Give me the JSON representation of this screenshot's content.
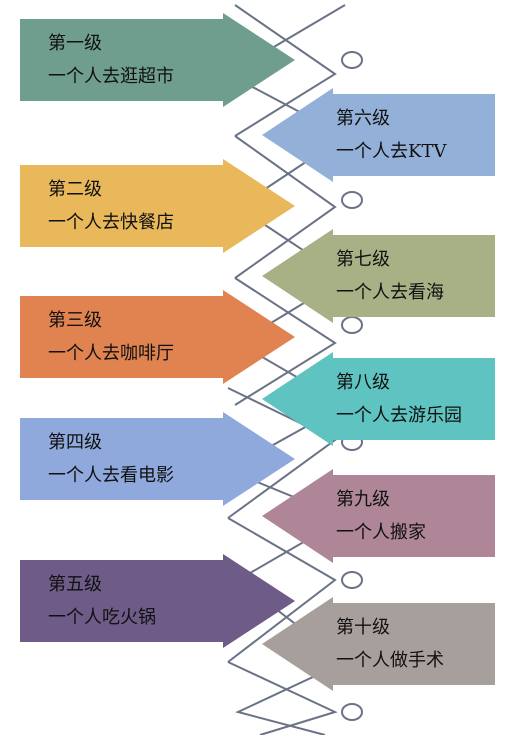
{
  "levels": [
    {
      "level": "第一级",
      "text": "一个人去逛超市",
      "side": "left",
      "color": "#6F9E8F"
    },
    {
      "level": "第六级",
      "text": "一个人去KTV",
      "side": "right",
      "color": "#93B0D8"
    },
    {
      "level": "第二级",
      "text": "一个人去快餐店",
      "side": "left",
      "color": "#E8B85A"
    },
    {
      "level": "第七级",
      "text": "一个人去看海",
      "side": "right",
      "color": "#A7B185"
    },
    {
      "level": "第三级",
      "text": "一个人去咖啡厅",
      "side": "left",
      "color": "#E08350"
    },
    {
      "level": "第八级",
      "text": "一个人去游乐园",
      "side": "right",
      "color": "#5EC3C1"
    },
    {
      "level": "第四级",
      "text": "一个人去看电影",
      "side": "left",
      "color": "#8FA9DC"
    },
    {
      "level": "第九级",
      "text": "一个人搬家",
      "side": "right",
      "color": "#AE8698"
    },
    {
      "level": "第五级",
      "text": "一个人吃火锅",
      "side": "left",
      "color": "#6E5B87"
    },
    {
      "level": "第十级",
      "text": "一个人做手术",
      "side": "right",
      "color": "#A79F9C"
    }
  ],
  "line_color": "#6A7386"
}
